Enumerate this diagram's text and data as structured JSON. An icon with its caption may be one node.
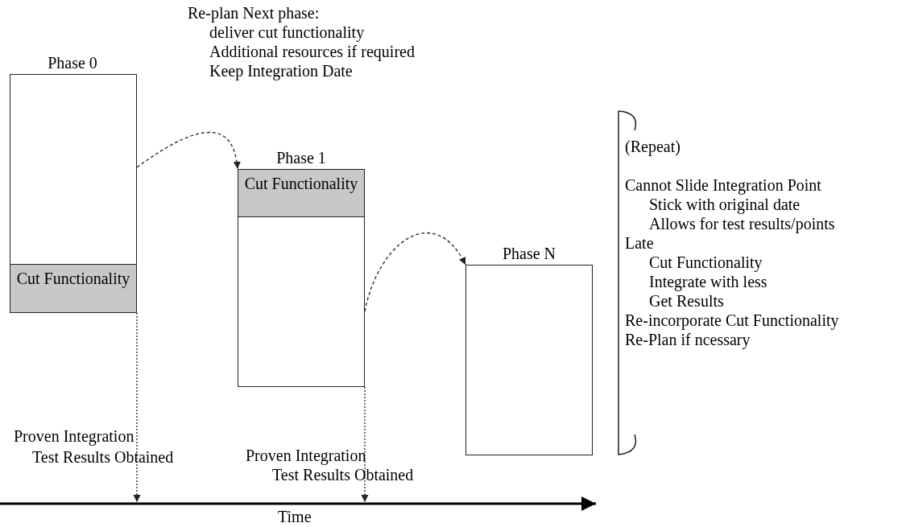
{
  "diagram": {
    "nodes": [
      {
        "text": [
          "Phase 0"
        ]
      },
      {
        "text": [
          "Cut Functionality"
        ],
        "in": 0
      },
      {
        "text": [
          "Phase 1"
        ]
      },
      {
        "text": [
          "Cut Functionality"
        ],
        "in": 2
      },
      {
        "text": [
          "Phase N"
        ]
      }
    ],
    "edges": [
      {
        "from": 0,
        "to": 2,
        "arrow": "to",
        "style": "dashed"
      },
      {
        "from": 2,
        "to": 4,
        "arrow": "to",
        "style": "dashed"
      },
      {
        "from": 0,
        "to": null,
        "arrow": "to",
        "style": "dashed"
      },
      {
        "from": 2,
        "to": null,
        "arrow": "to",
        "style": "dashed"
      }
    ],
    "labels": [
      "Re-plan Next phase:",
      "deliver cut functionality",
      "Additional resources if required",
      "Keep Integration Date",
      "(Repeat)",
      "Cannot Slide Integration Point",
      "Stick with original date",
      "Allows for test results/points",
      "Late",
      "Cut Functionality",
      "Integrate with less",
      "Get Results",
      "Re-incorporate Cut Functionality",
      "Re-Plan if ncessary",
      "Proven Integration",
      "Test Results Obtained",
      "Proven Integration",
      "Test Results Obtained",
      "Time"
    ]
  }
}
